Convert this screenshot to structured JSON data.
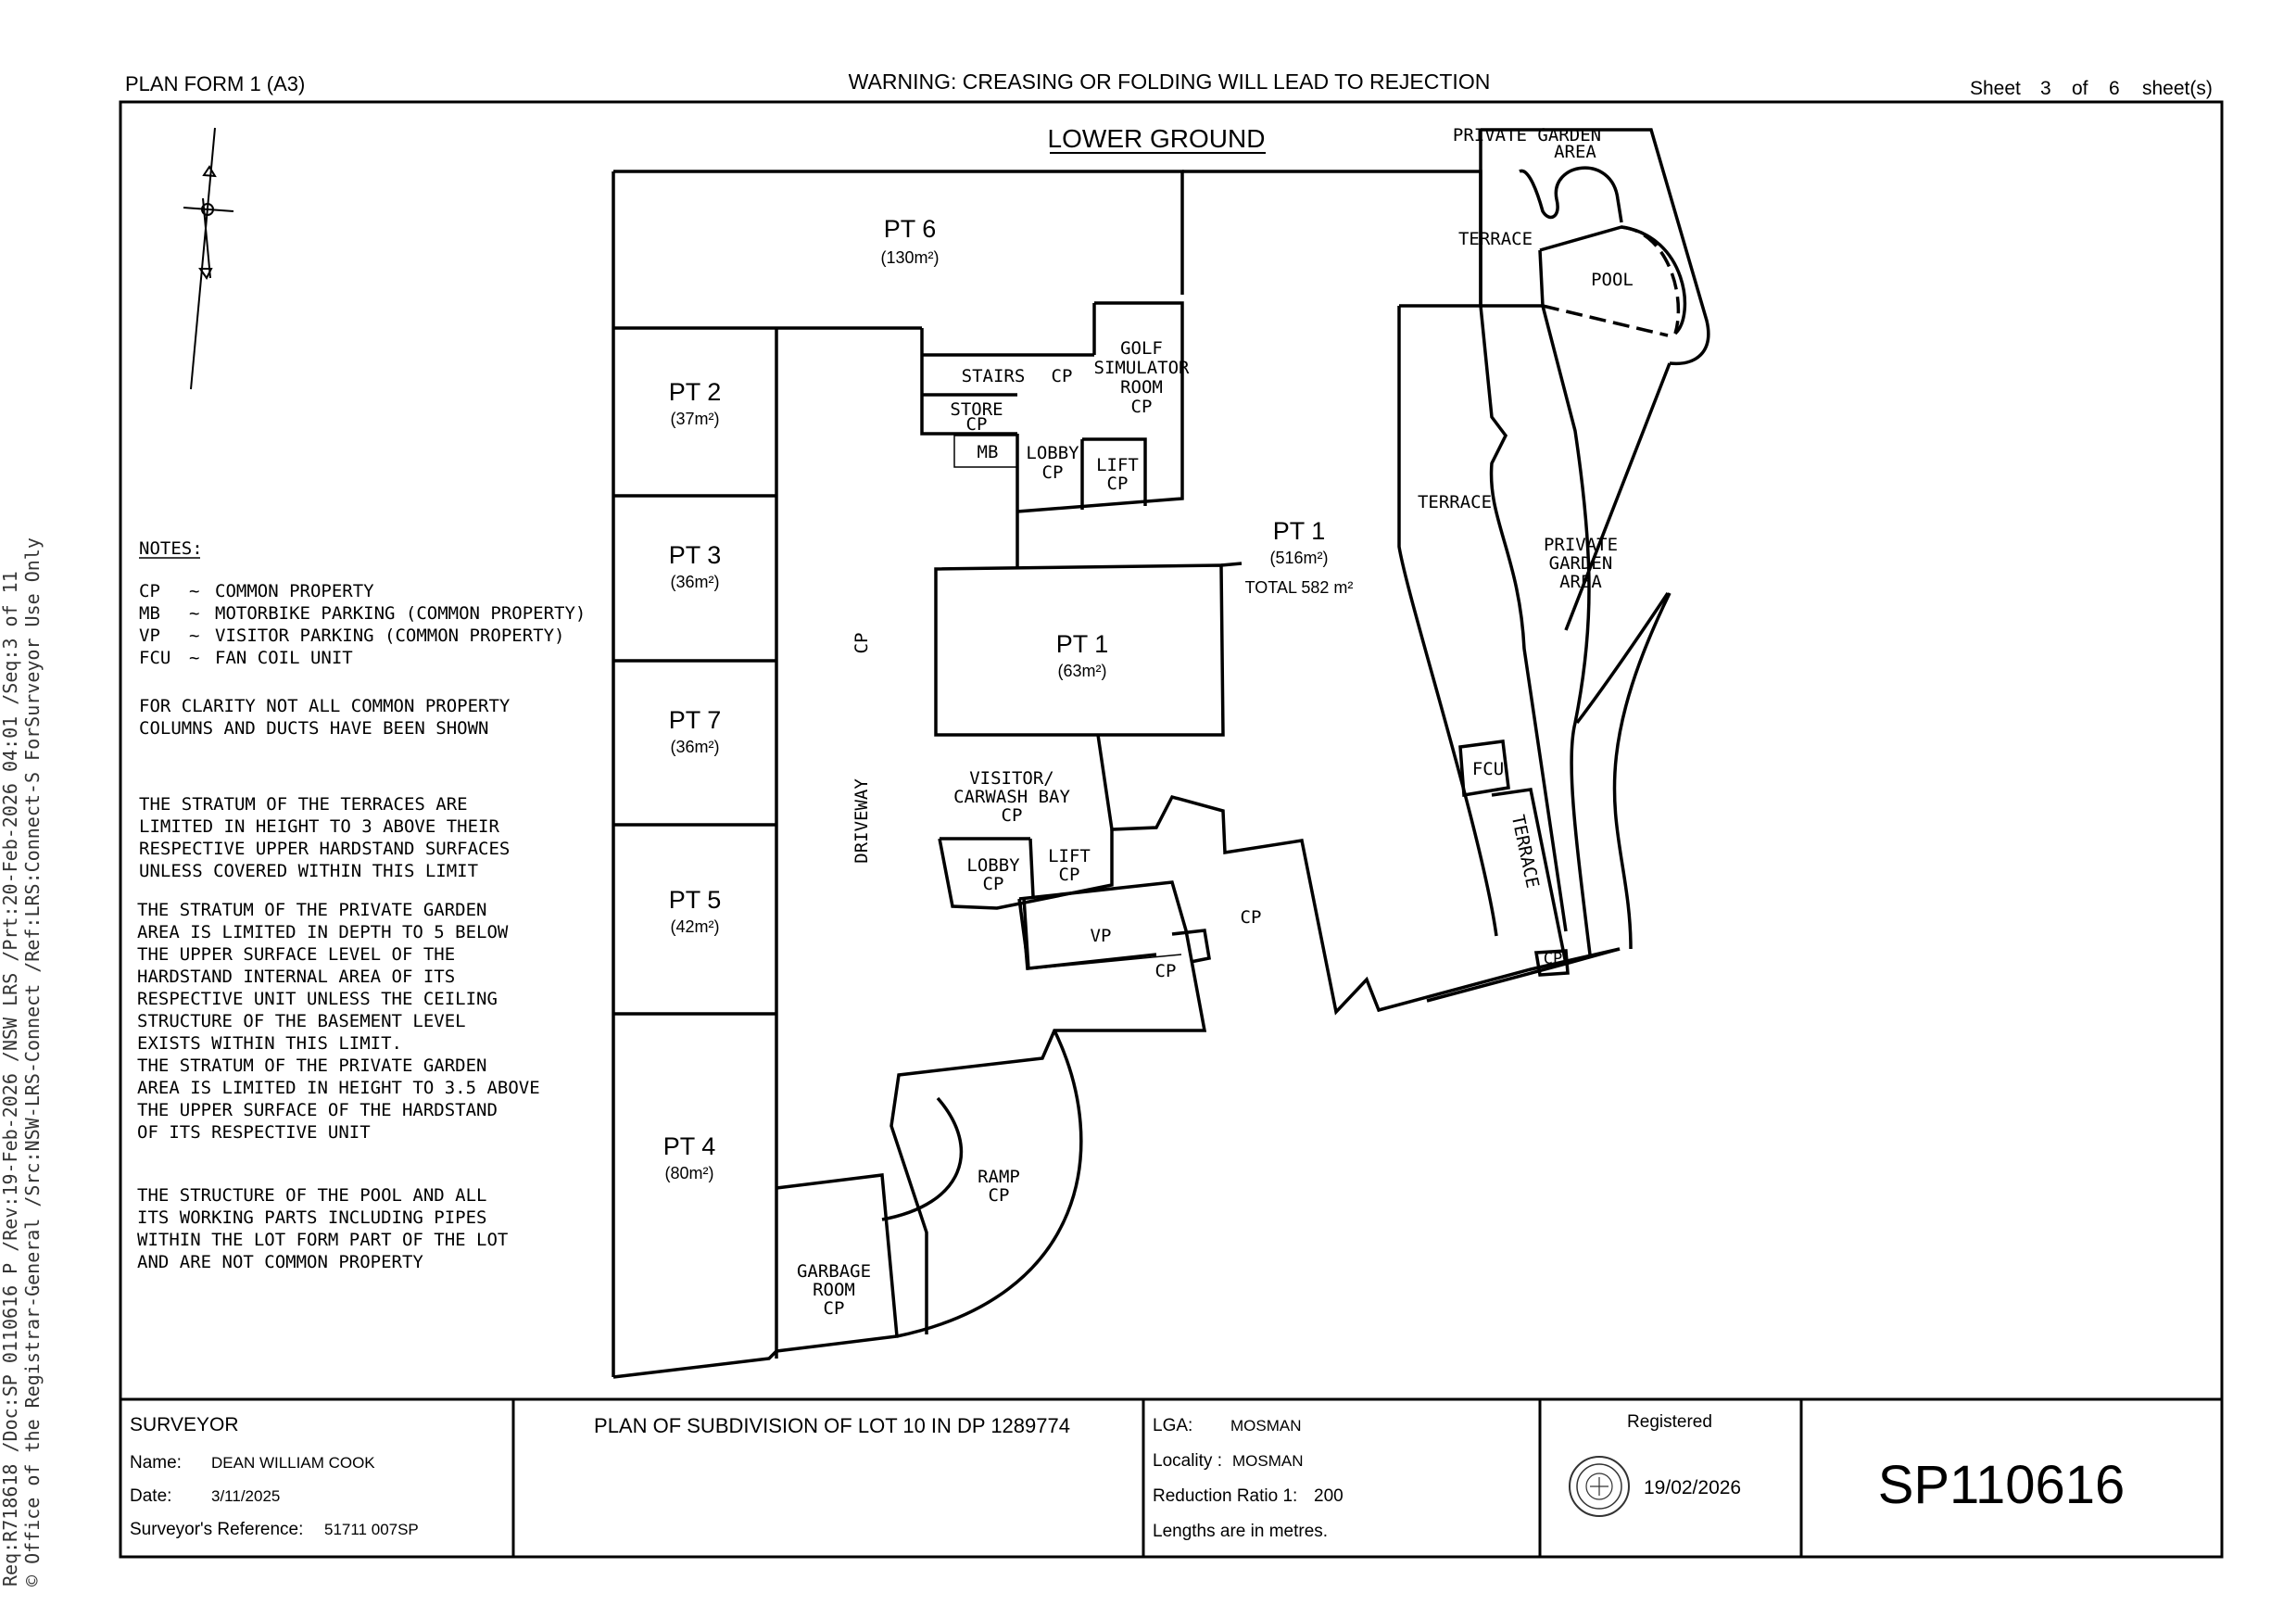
{
  "header": {
    "form": "PLAN FORM 1 (A3)",
    "warning": "WARNING: CREASING OR FOLDING WILL LEAD TO REJECTION",
    "sheet_word": "Sheet",
    "sheet_no": "3",
    "of_word": "of",
    "sheet_total": "6",
    "sheets_word": "sheet(s)"
  },
  "side_stamp": {
    "line1": "Req:R718618 /Doc:SP 0110616 P /Rev:19-Feb-2026 /NSW LRS /Prt:20-Feb-2026 04:01 /Seq:3 of 11",
    "line2": "© Office of the Registrar-General /Src:NSW-LRS-Connect /Ref:LRS:Connect-S  ForSurveyor Use Only"
  },
  "plan": {
    "level_title": "LOWER GROUND",
    "lots": [
      {
        "id": "PT 6",
        "area": "(130m²)"
      },
      {
        "id": "PT 2",
        "area": "(37m²)"
      },
      {
        "id": "PT 3",
        "area": "(36m²)"
      },
      {
        "id": "PT 7",
        "area": "(36m²)"
      },
      {
        "id": "PT 5",
        "area": "(42m²)"
      },
      {
        "id": "PT 4",
        "area": "(80m²)"
      },
      {
        "id": "PT 1",
        "area": "(63m²)"
      },
      {
        "id": "PT 1",
        "area": "(516m²)",
        "total": "TOTAL 582 m²"
      }
    ],
    "labels": {
      "private_garden_top_1": "PRIVATE GARDEN",
      "private_garden_top_2": "AREA",
      "terrace_top": "TERRACE",
      "pool": "POOL",
      "golf_1": "GOLF",
      "golf_2": "SIMULATOR",
      "golf_3": "ROOM",
      "golf_4": "CP",
      "stairs": "STAIRS",
      "stairs_cp": "CP",
      "store": "STORE",
      "store_cp": "CP",
      "mb": "MB",
      "lobby_1": "LOBBY",
      "lobby_1_cp": "CP",
      "lift_1": "LIFT",
      "lift_1_cp": "CP",
      "terrace_mid": "TERRACE",
      "private_garden_mid_1": "PRIVATE",
      "private_garden_mid_2": "GARDEN",
      "private_garden_mid_3": "AREA",
      "cp_vertical": "CP",
      "driveway": "DRIVEWAY",
      "visitor_1": "VISITOR/",
      "visitor_2": "CARWASH BAY",
      "visitor_3": "CP",
      "lobby_2": "LOBBY",
      "lobby_2_cp": "CP",
      "lift_2": "LIFT",
      "lift_2_cp": "CP",
      "vp": "VP",
      "cp_right": "CP",
      "cp_small": "CP",
      "fcu": "FCU",
      "terrace_rot": "TERRACE",
      "cp_bottom": "CP",
      "ramp": "RAMP",
      "ramp_cp": "CP",
      "garbage_1": "GARBAGE",
      "garbage_2": "ROOM",
      "garbage_3": "CP"
    }
  },
  "notes": {
    "heading": "NOTES:",
    "abbrev": [
      {
        "code": "CP",
        "sep": "~",
        "text": "COMMON PROPERTY"
      },
      {
        "code": "MB",
        "sep": "~",
        "text": "MOTORBIKE PARKING (COMMON PROPERTY)"
      },
      {
        "code": "VP",
        "sep": "~",
        "text": "VISITOR PARKING (COMMON PROPERTY)"
      },
      {
        "code": "FCU",
        "sep": "~",
        "text": "FAN COIL UNIT"
      }
    ],
    "clarity": [
      "FOR CLARITY NOT ALL COMMON PROPERTY",
      "COLUMNS AND DUCTS HAVE BEEN SHOWN"
    ],
    "terraces": [
      "THE STRATUM OF THE TERRACES ARE",
      "LIMITED IN HEIGHT TO 3 ABOVE THEIR",
      "RESPECTIVE UPPER HARDSTAND SURFACES",
      "UNLESS COVERED WITHIN THIS LIMIT"
    ],
    "garden_depth": [
      "THE STRATUM OF THE PRIVATE GARDEN",
      "AREA IS LIMITED IN DEPTH TO 5 BELOW",
      "THE UPPER SURFACE LEVEL OF THE",
      "HARDSTAND INTERNAL AREA OF ITS",
      "RESPECTIVE UNIT UNLESS THE CEILING",
      "STRUCTURE OF THE BASEMENT LEVEL",
      "EXISTS WITHIN THIS LIMIT.",
      "THE STRATUM OF THE PRIVATE GARDEN",
      "AREA IS LIMITED IN HEIGHT TO 3.5 ABOVE",
      "THE UPPER SURFACE OF THE HARDSTAND",
      "OF ITS RESPECTIVE UNIT"
    ],
    "pool": [
      "THE STRUCTURE OF THE POOL AND ALL",
      "ITS WORKING PARTS INCLUDING PIPES",
      "WITHIN THE LOT FORM PART OF THE LOT",
      "AND ARE NOT COMMON PROPERTY"
    ]
  },
  "title_block": {
    "surveyor_heading": "SURVEYOR",
    "name_label": "Name:",
    "name_value": "DEAN WILLIAM COOK",
    "date_label": "Date:",
    "date_value": "3/11/2025",
    "ref_label": "Surveyor's Reference:",
    "ref_value": "51711 007SP",
    "plan_title": "PLAN OF SUBDIVISION OF LOT 10 IN DP 1289774",
    "lga_label": "LGA:",
    "lga_value": "MOSMAN",
    "locality_label": "Locality :",
    "locality_value": "MOSMAN",
    "ratio_label": "Reduction Ratio 1:",
    "ratio_value": "200",
    "lengths_note": "Lengths are in metres.",
    "registered_label": "Registered",
    "registered_date": "19/02/2026",
    "plan_number": "SP110616"
  }
}
